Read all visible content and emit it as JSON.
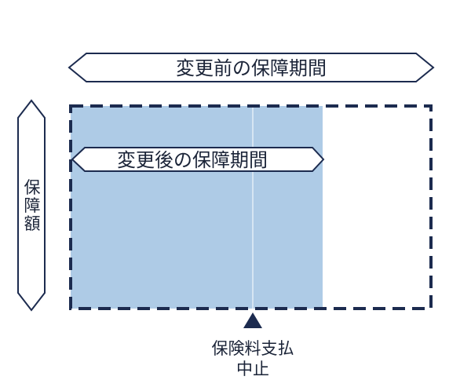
{
  "colors": {
    "navy": "#1c2b4f",
    "fill_blue": "#aecbe6",
    "divider": "#e4eef7",
    "text": "#1b2438"
  },
  "labels": {
    "period_before": "変更前の保障期間",
    "period_after": "変更後の保障期間",
    "coverage_amount": "保障額",
    "stop_line1": "保険料支払",
    "stop_line2": "中止"
  },
  "icons": {
    "pointer": "triangle-up-icon"
  }
}
